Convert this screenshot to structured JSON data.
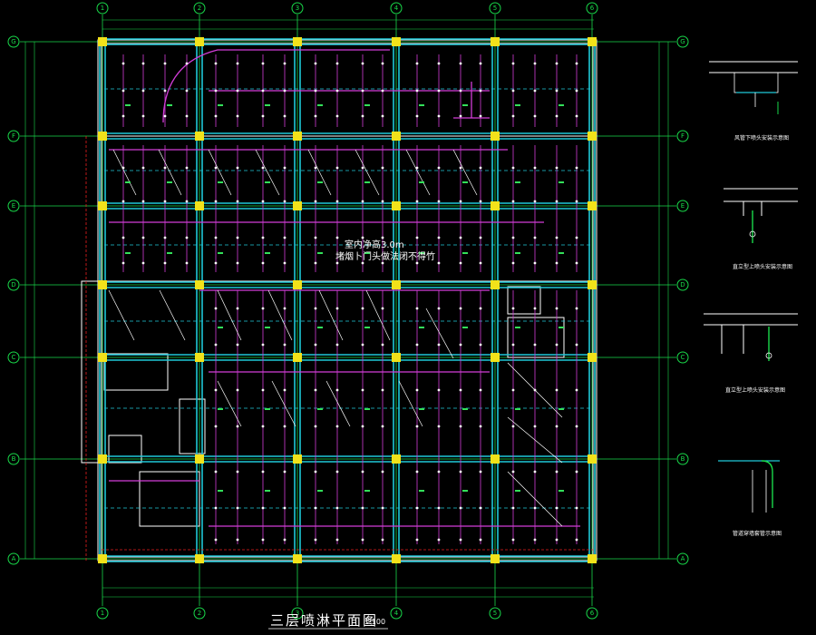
{
  "drawing": {
    "title": "三层喷淋平面图",
    "scale": "1:100",
    "note_line1": "室内净高3.0m",
    "note_line2": "堵烟卜门头做法闭不得竹"
  },
  "grid": {
    "columns": [
      "1",
      "2",
      "3",
      "4",
      "5",
      "6"
    ],
    "rows": [
      "G",
      "F",
      "E",
      "D",
      "C",
      "B",
      "A"
    ]
  },
  "details": [
    {
      "title": "风管下喷头安装示意图"
    },
    {
      "title": "直立型上喷头安装示意图"
    },
    {
      "title": "直立型上喷头安装示意图"
    },
    {
      "title": "管道穿墙套管示意图"
    }
  ],
  "colors": {
    "background": "#000000",
    "grid": "#19d94a",
    "wall": "#ffffff",
    "beam": "#1fc8d8",
    "pipe": "#d23cd8",
    "column": "#f2e21a",
    "red": "#e81e1e"
  }
}
